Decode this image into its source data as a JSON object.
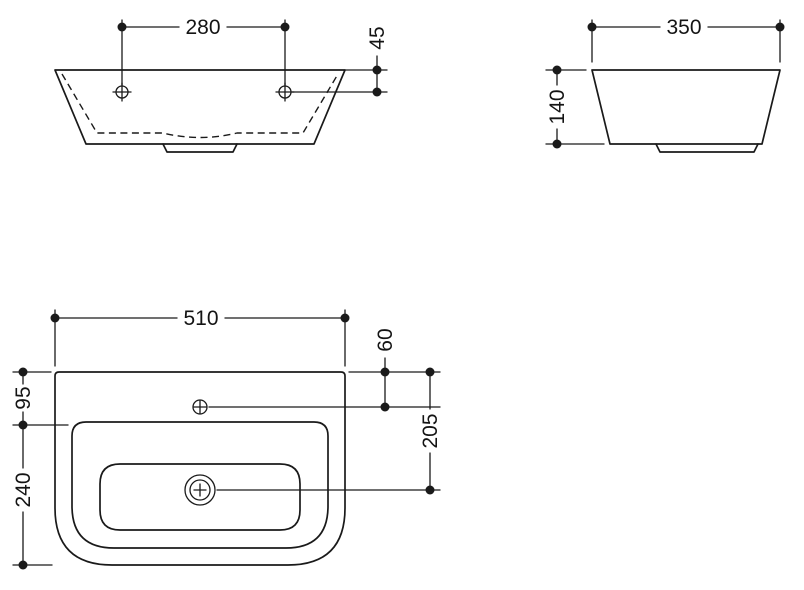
{
  "views": {
    "front": {
      "dim_hole_spacing": "280",
      "dim_hole_offset": "45"
    },
    "side": {
      "dim_width": "350",
      "dim_height": "140"
    },
    "plan": {
      "dim_width": "510",
      "dim_tap_offset": "60",
      "dim_rim_offset": "95",
      "dim_drain_offset": "205",
      "dim_bowl_length": "240"
    }
  }
}
